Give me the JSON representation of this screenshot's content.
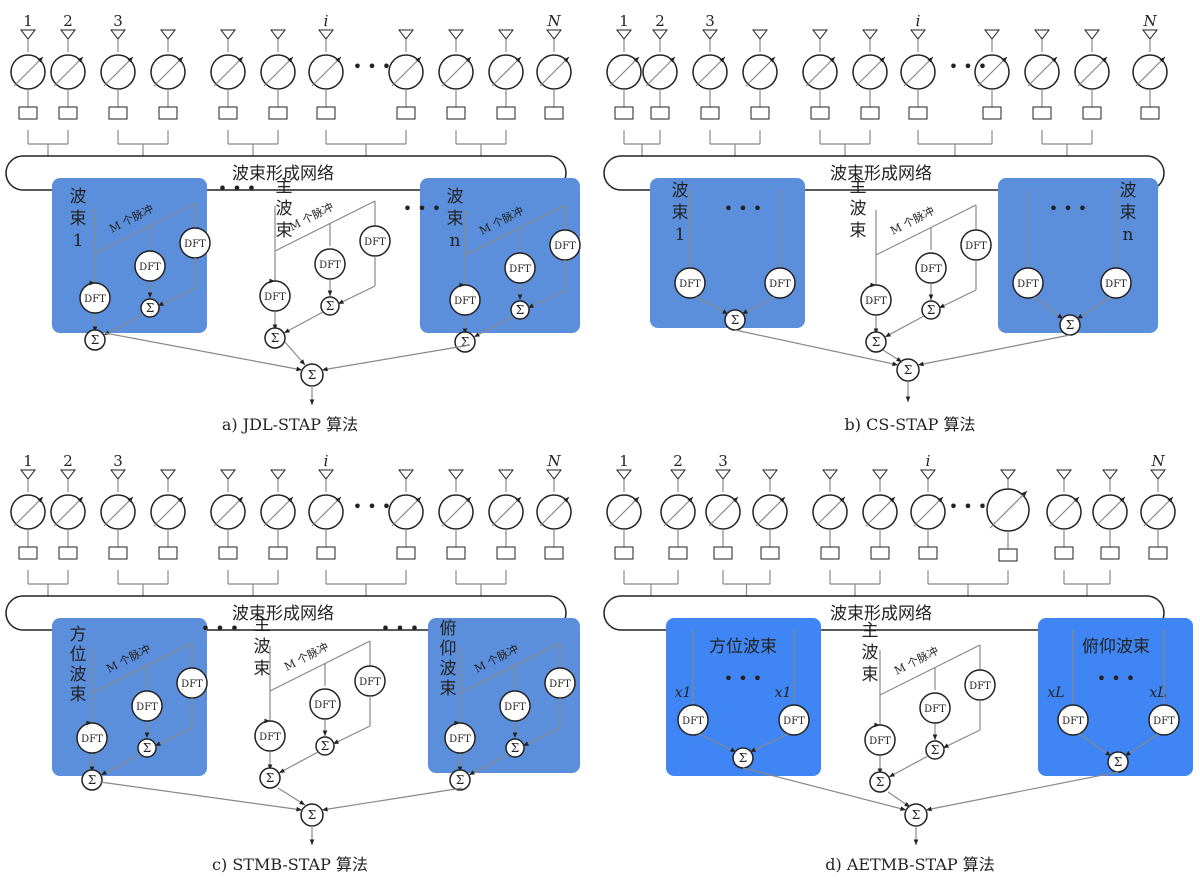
{
  "panels": [
    {
      "id": "a",
      "caption": "a)   JDL-STAP 算法",
      "antenna_labels": {
        "n1": "1",
        "n2": "2",
        "n3": "3",
        "ni": "i",
        "nN": "N"
      },
      "beamformer_label": "波束形成网络",
      "dots": "• • •",
      "left_box": {
        "label": "波\n束\n1",
        "pulses": "M 个脉冲"
      },
      "main_beam": {
        "label": "主\n波\n束",
        "pulses": "M 个脉冲"
      },
      "right_box": {
        "label": "波\n束\nn",
        "pulses": "M 个脉冲"
      }
    },
    {
      "id": "b",
      "caption": "b)   CS-STAP 算法",
      "antenna_labels": {
        "n1": "1",
        "n2": "2",
        "n3": "3",
        "ni": "i",
        "nN": "N"
      },
      "beamformer_label": "波束形成网络",
      "dots": "• • •",
      "left_box": {
        "label": "波\n束\n1"
      },
      "main_beam": {
        "label": "主\n波\n束",
        "pulses": "M 个脉冲"
      },
      "right_box": {
        "label": "波\n束\nn"
      }
    },
    {
      "id": "c",
      "caption": "c)   STMB-STAP 算法",
      "antenna_labels": {
        "n1": "1",
        "n2": "2",
        "n3": "3",
        "ni": "i",
        "nN": "N"
      },
      "beamformer_label": "波束形成网络",
      "dots": "• • •",
      "left_box": {
        "label": "方\n位\n波\n束",
        "pulses": "M 个脉冲"
      },
      "main_beam": {
        "label": "主\n波\n束",
        "pulses": "M 个脉冲"
      },
      "right_box": {
        "label": "俯\n仰\n波\n束",
        "pulses": "M 个脉冲"
      }
    },
    {
      "id": "d",
      "caption": "d)   AETMB-STAP 算法",
      "antenna_labels": {
        "n1": "1",
        "n2": "2",
        "n3": "3",
        "ni": "i",
        "nN": "N"
      },
      "beamformer_label": "波束形成网络",
      "dots": "• • •",
      "left_box": {
        "label": "方位波束",
        "xl": "x1",
        "xr": "x1"
      },
      "main_beam": {
        "label": "主\n波\n束",
        "pulses": "M 个脉冲"
      },
      "right_box": {
        "label": "俯仰波束",
        "xl": "xL",
        "xr": "xL"
      }
    }
  ],
  "node_labels": {
    "dft": "DFT",
    "sum": "Σ"
  },
  "colors": {
    "box_light": "#5b8fdc",
    "box_dark": "#3f86f4",
    "line": "#888888",
    "ink": "#222222"
  }
}
